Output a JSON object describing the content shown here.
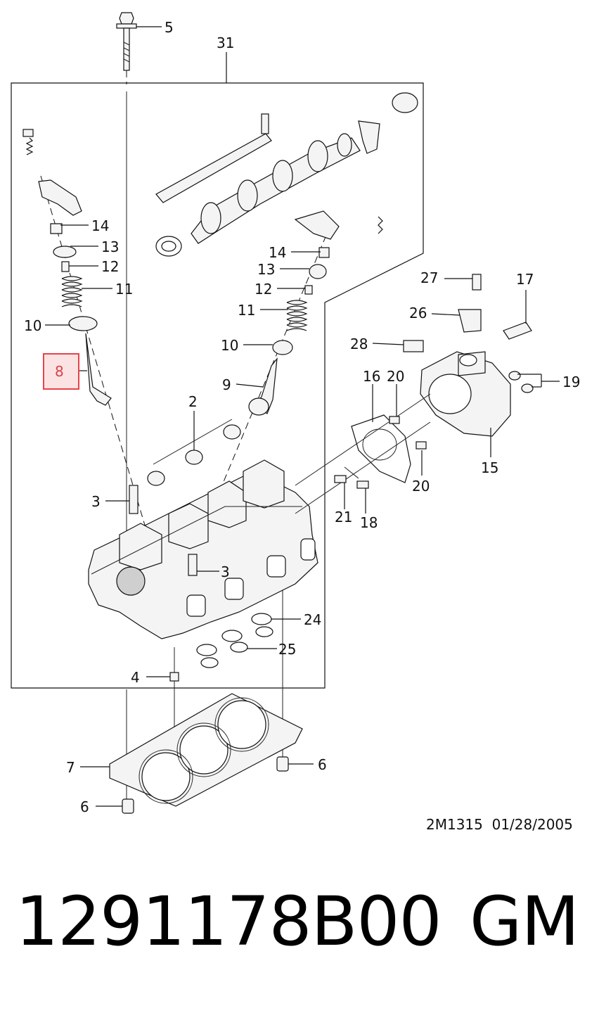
{
  "diagram": {
    "ref_code": "2M1315",
    "ref_date": "01/28/2005",
    "highlight_color": "#e8434a",
    "highlight_fill": "#fbe3e4",
    "callouts": {
      "c5": "5",
      "c31": "31",
      "c14a": "14",
      "c13a": "13",
      "c12a": "12",
      "c11a": "11",
      "c10a": "10",
      "c8": "8",
      "c14b": "14",
      "c13b": "13",
      "c12b": "12",
      "c11b": "11",
      "c10b": "10",
      "c9": "9",
      "c27": "27",
      "c17": "17",
      "c26": "26",
      "c28": "28",
      "c16": "16",
      "c20a": "20",
      "c19": "19",
      "c2": "2",
      "c15": "15",
      "c20b": "20",
      "c3a": "3",
      "c21": "21",
      "c18": "18",
      "c3b": "3",
      "c24": "24",
      "c25": "25",
      "c4": "4",
      "c6a": "6",
      "c7": "7",
      "c6b": "6"
    }
  },
  "footer": {
    "part_number": "1291178B00",
    "brand": "GM"
  }
}
